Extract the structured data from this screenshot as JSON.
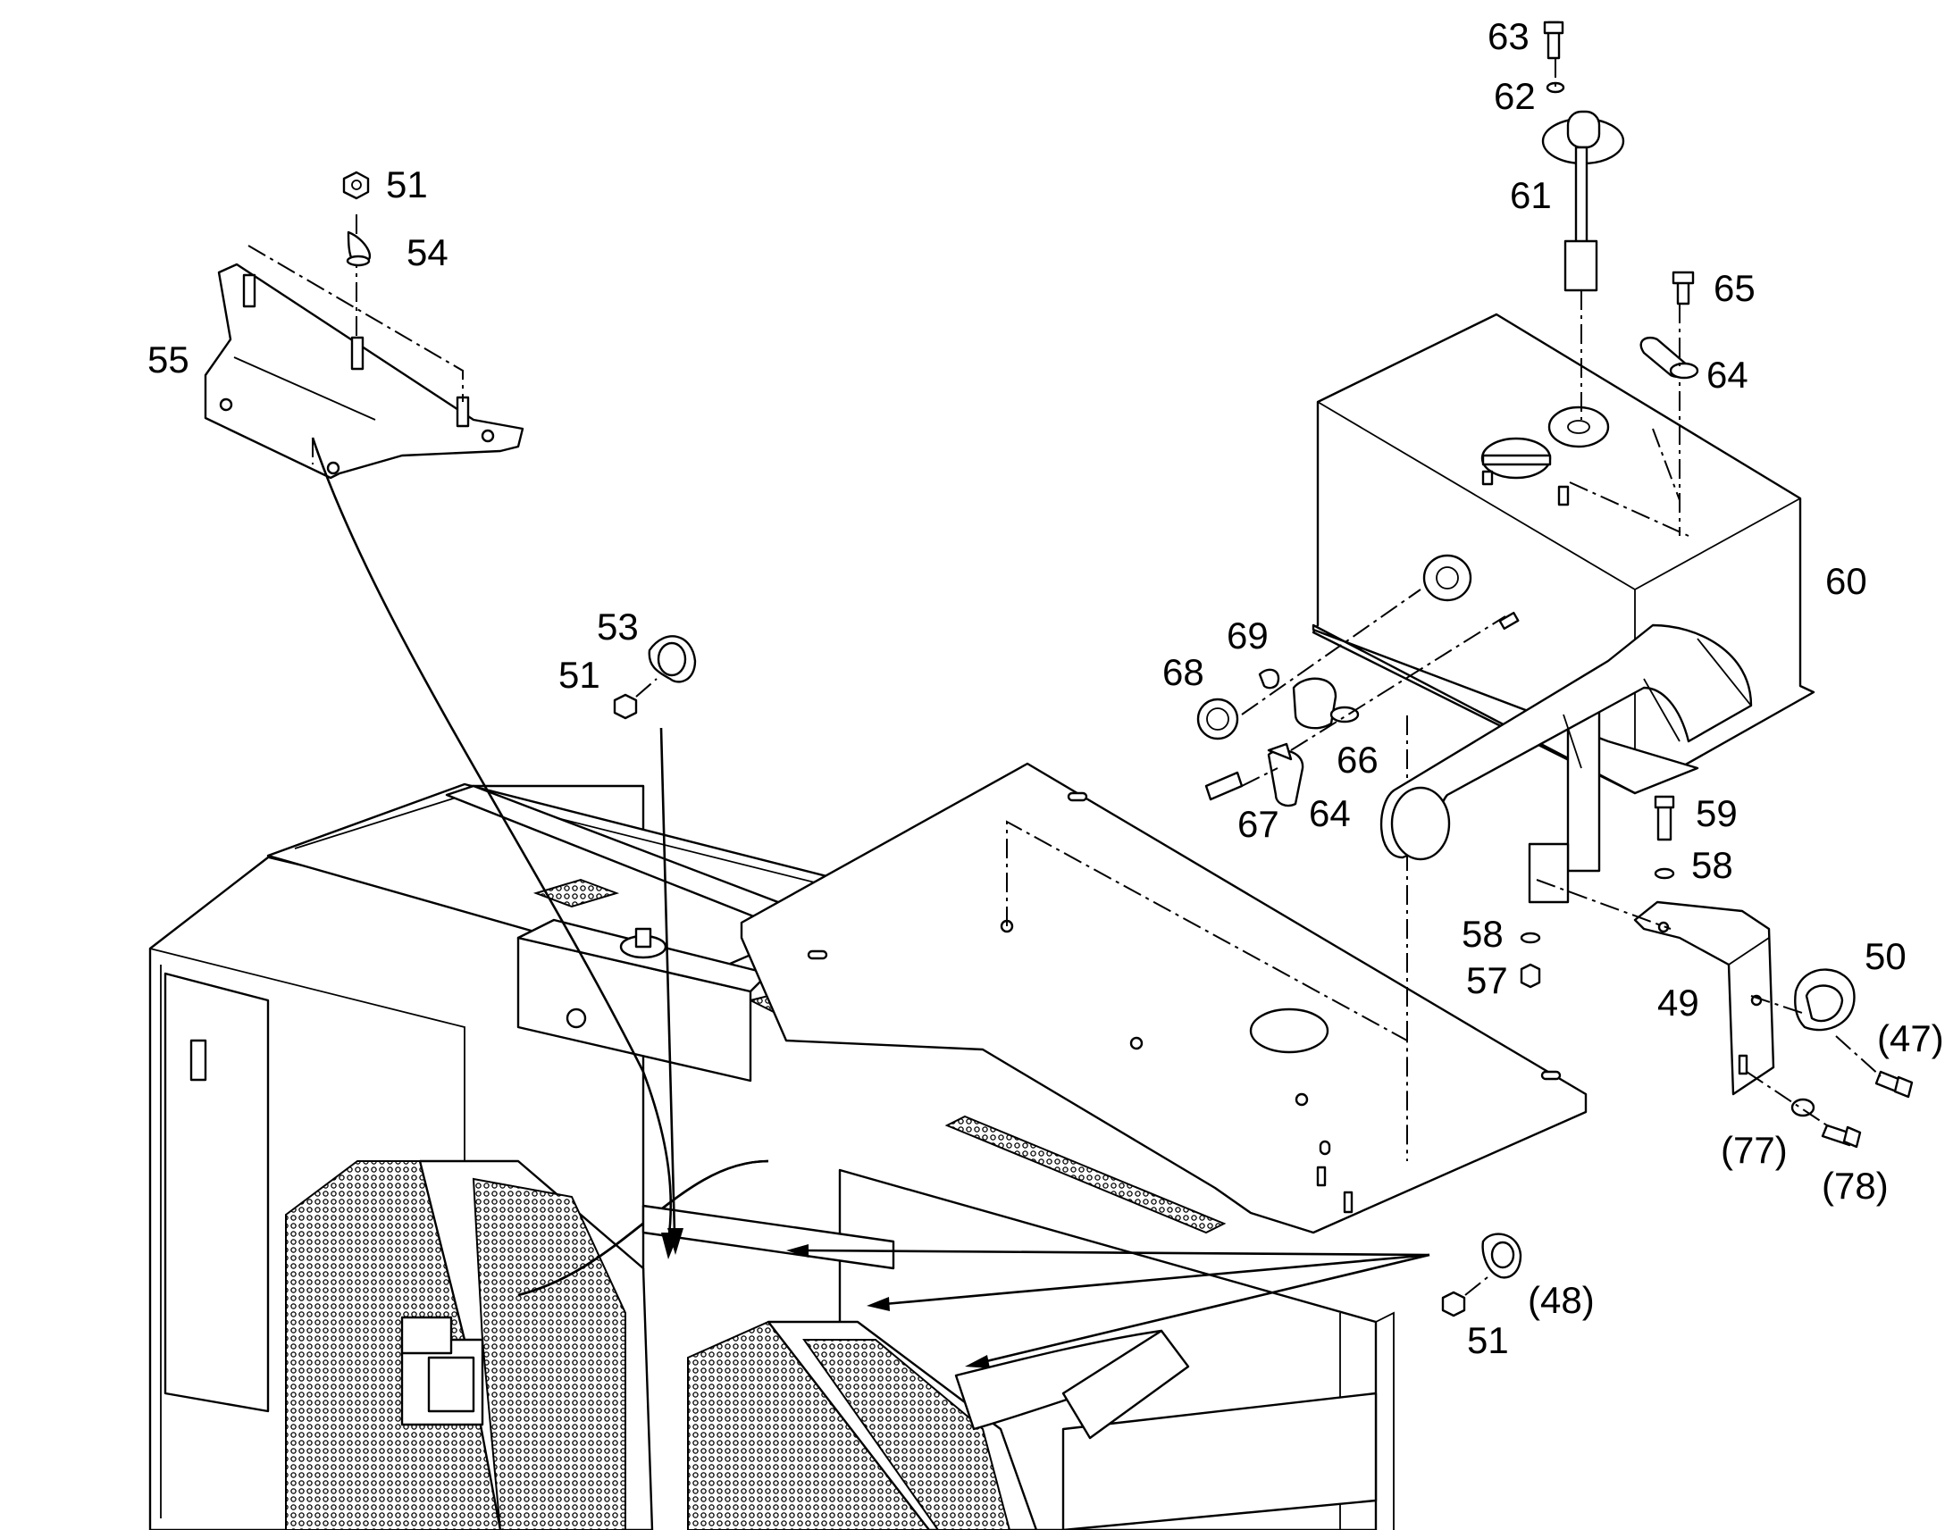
{
  "labels": [
    {
      "id": "63",
      "text": "63"
    },
    {
      "id": "62",
      "text": "62"
    },
    {
      "id": "61",
      "text": "61"
    },
    {
      "id": "65",
      "text": "65"
    },
    {
      "id": "64a",
      "text": "64"
    },
    {
      "id": "60",
      "text": "60"
    },
    {
      "id": "51a",
      "text": "51"
    },
    {
      "id": "54",
      "text": "54"
    },
    {
      "id": "55",
      "text": "55"
    },
    {
      "id": "53",
      "text": "53"
    },
    {
      "id": "51b",
      "text": "51"
    },
    {
      "id": "69",
      "text": "69"
    },
    {
      "id": "68",
      "text": "68"
    },
    {
      "id": "66",
      "text": "66"
    },
    {
      "id": "67",
      "text": "67"
    },
    {
      "id": "64b",
      "text": "64"
    },
    {
      "id": "59",
      "text": "59"
    },
    {
      "id": "58a",
      "text": "58"
    },
    {
      "id": "58b",
      "text": "58"
    },
    {
      "id": "57",
      "text": "57"
    },
    {
      "id": "50",
      "text": "50"
    },
    {
      "id": "49",
      "text": "49"
    },
    {
      "id": "47",
      "text": "(47)"
    },
    {
      "id": "77",
      "text": "(77)"
    },
    {
      "id": "78",
      "text": "(78)"
    },
    {
      "id": "48",
      "text": "(48)"
    },
    {
      "id": "51c",
      "text": "51"
    }
  ]
}
